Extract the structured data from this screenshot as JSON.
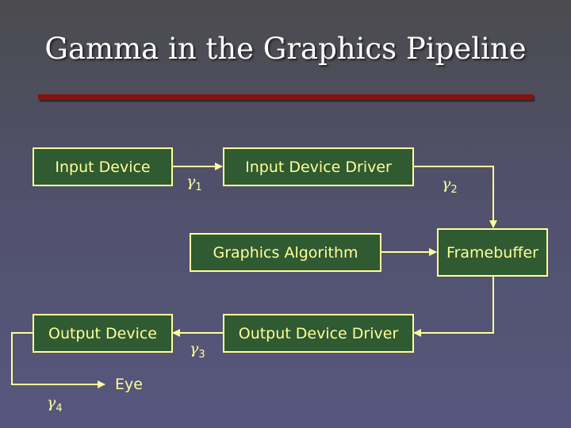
{
  "title": "Gamma in the Graphics Pipeline",
  "boxes": {
    "input_device": "Input Device",
    "input_device_driver": "Input Device Driver",
    "graphics_algorithm": "Graphics Algorithm",
    "framebuffer": "Framebuffer",
    "output_device": "Output Device",
    "output_device_driver": "Output Device Driver"
  },
  "gammas": [
    {
      "sym": "γ",
      "sub": "1"
    },
    {
      "sym": "γ",
      "sub": "2"
    },
    {
      "sym": "γ",
      "sub": "3"
    },
    {
      "sym": "γ",
      "sub": "4"
    }
  ],
  "eye": "Eye",
  "colors": {
    "line": "#ffff99",
    "box_fill": "#2f5a32",
    "title_bar": "#8a1010"
  }
}
